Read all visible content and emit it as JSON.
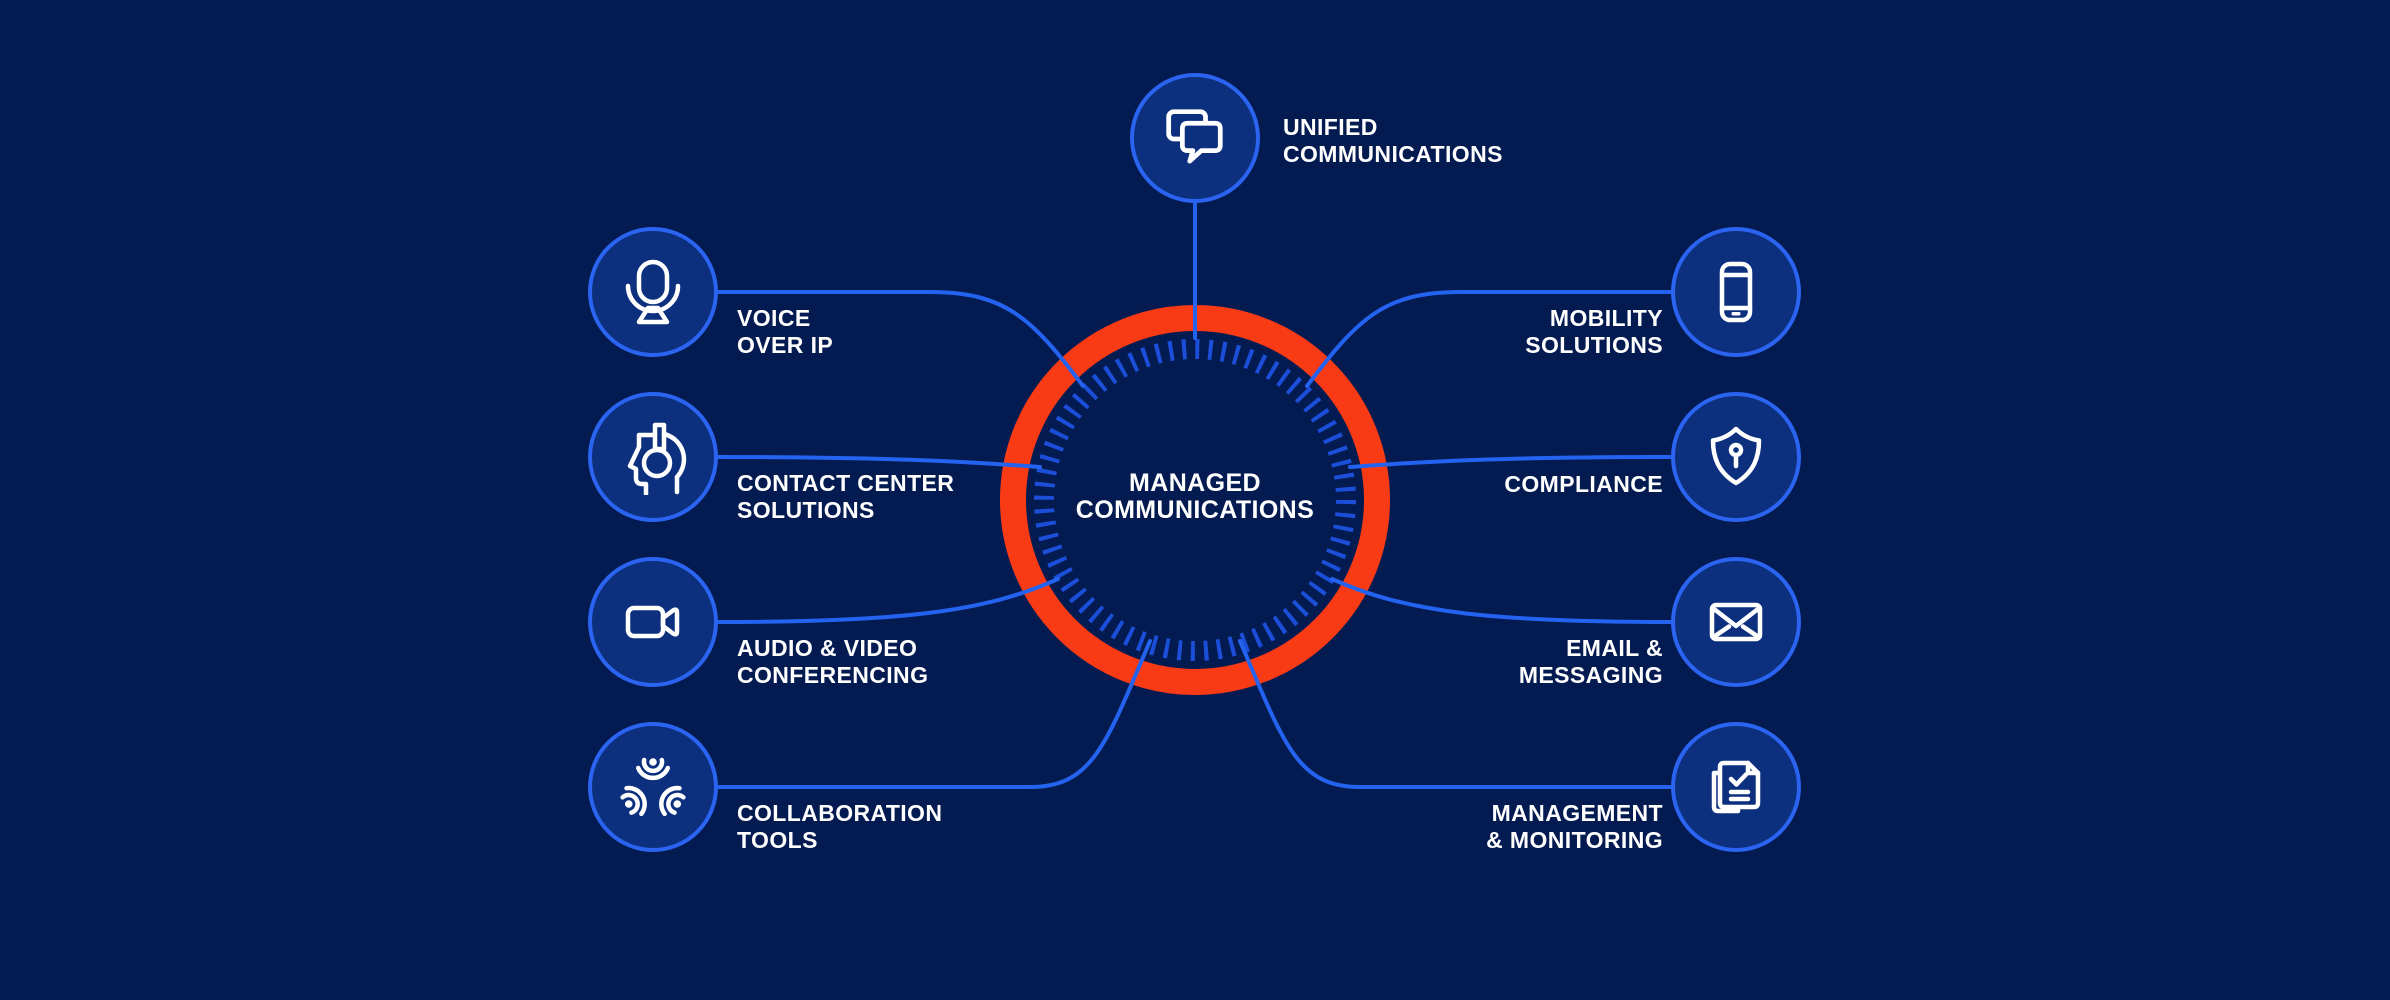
{
  "diagram_title": "Managed Communications",
  "colors": {
    "background": "#041B52",
    "node_fill": "#0C2F7E",
    "node_stroke": "#2A64F0",
    "connector": "#2463F0",
    "tick_ring": "#1C4FD9",
    "accent_ring": "#F93B15",
    "text": "#FFFFFF"
  },
  "center": {
    "lines": [
      "MANAGED",
      "COMMUNICATIONS"
    ]
  },
  "nodes": [
    {
      "id": "unified-communications",
      "icon": "chat-bubbles-icon",
      "lines": [
        "UNIFIED",
        "COMMUNICATIONS"
      ]
    },
    {
      "id": "voice-over-ip",
      "icon": "microphone-icon",
      "lines": [
        "VOICE",
        "OVER IP"
      ]
    },
    {
      "id": "contact-center-solutions",
      "icon": "headset-agent-icon",
      "lines": [
        "CONTACT CENTER",
        "SOLUTIONS"
      ]
    },
    {
      "id": "audio-video-conferencing",
      "icon": "video-camera-icon",
      "lines": [
        "AUDIO & VIDEO",
        "CONFERENCING"
      ]
    },
    {
      "id": "collaboration-tools",
      "icon": "people-ripple-icon",
      "lines": [
        "COLLABORATION",
        "TOOLS"
      ]
    },
    {
      "id": "mobility-solutions",
      "icon": "smartphone-icon",
      "lines": [
        "MOBILITY",
        "SOLUTIONS"
      ]
    },
    {
      "id": "compliance",
      "icon": "shield-keyhole-icon",
      "lines": [
        "COMPLIANCE"
      ]
    },
    {
      "id": "email-messaging",
      "icon": "envelope-icon",
      "lines": [
        "EMAIL &",
        "MESSAGING"
      ]
    },
    {
      "id": "management-monitoring",
      "icon": "documents-check-icon",
      "lines": [
        "MANAGEMENT",
        "& MONITORING"
      ]
    }
  ]
}
